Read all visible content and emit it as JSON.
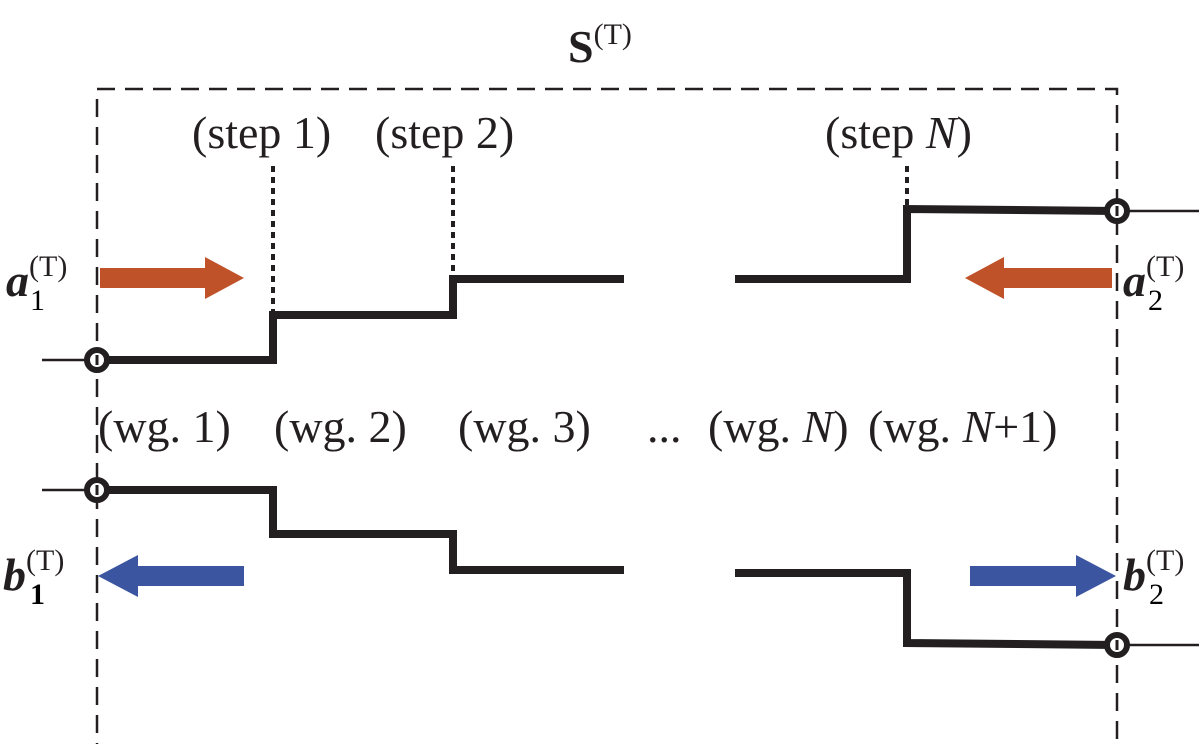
{
  "title": {
    "symbol": "S",
    "superscript": "(T)"
  },
  "steps": {
    "step1": "(step 1)",
    "step2": "(step 2)",
    "stepN_prefix": "(step ",
    "stepN_var": "N",
    "stepN_suffix": ")"
  },
  "waveguides": {
    "wg1": "(wg. 1)",
    "wg2": "(wg. 2)",
    "wg3": "(wg. 3)",
    "ellipsis": "...",
    "wgN_prefix": "(wg. ",
    "wgN_var": "N",
    "wgN_suffix": ")",
    "wgN1_prefix": "(wg. ",
    "wgN1_var": "N",
    "wgN1_suffix": "+1)"
  },
  "ports": {
    "a1": {
      "symbol": "a",
      "subscript": "1",
      "superscript": "(T)"
    },
    "a2": {
      "symbol": "a",
      "subscript": "2",
      "superscript": "(T)"
    },
    "b1": {
      "symbol": "b",
      "subscript": "1",
      "superscript": "(T)"
    },
    "b2": {
      "symbol": "b",
      "subscript": "2",
      "superscript": "(T)"
    }
  },
  "colors": {
    "line": "#231f20",
    "incident_arrow": "#c0522a",
    "reflected_arrow": "#3b55a0",
    "background": "#ffffff"
  }
}
